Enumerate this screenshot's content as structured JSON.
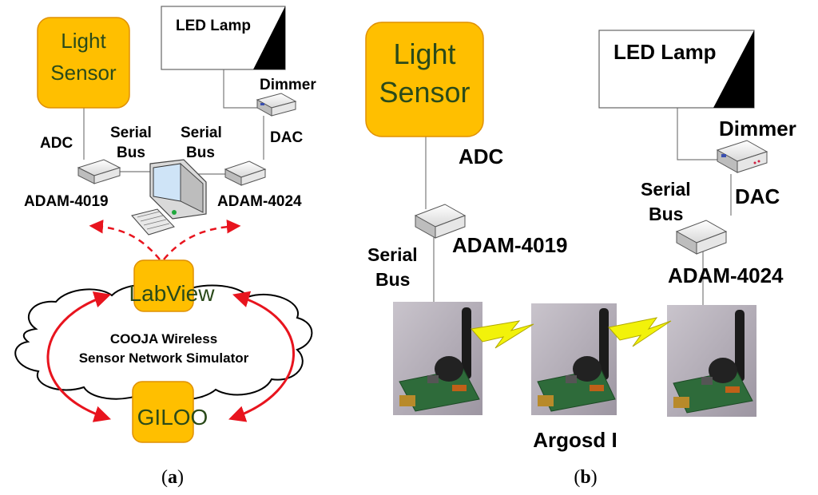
{
  "panel_a": {
    "light_sensor": [
      "Light",
      "Sensor"
    ],
    "led_lamp": "LED Lamp",
    "dimmer": "Dimmer",
    "adc": "ADC",
    "dac": "DAC",
    "serial_bus_left": [
      "Serial",
      "Bus"
    ],
    "serial_bus_right": [
      "Serial",
      "Bus"
    ],
    "adam_4019": "ADAM-4019",
    "adam_4024": "ADAM-4024",
    "labview": "LabView",
    "cooja": [
      "COOJA Wireless",
      "Sensor Network Simulator"
    ],
    "giloo": "GILOO",
    "caption": [
      "(",
      "a",
      ")"
    ]
  },
  "panel_b": {
    "light_sensor": [
      "Light",
      "Sensor"
    ],
    "led_lamp": "LED Lamp",
    "dimmer": "Dimmer",
    "adc": "ADC",
    "dac": "DAC",
    "serial_bus_left": [
      "Serial",
      "Bus"
    ],
    "serial_bus_right": [
      "Serial",
      "Bus"
    ],
    "adam_4019": "ADAM-4019",
    "adam_4024": "ADAM-4024",
    "argosd": "Argosd I",
    "caption": [
      "(",
      "b",
      ")"
    ]
  },
  "colors": {
    "orange": "#ffbf00",
    "orange_border": "#e09000",
    "arrow_red": "#e8141e",
    "bolt_yellow": "#f2f20a",
    "line_gray": "#7a7a7a"
  }
}
